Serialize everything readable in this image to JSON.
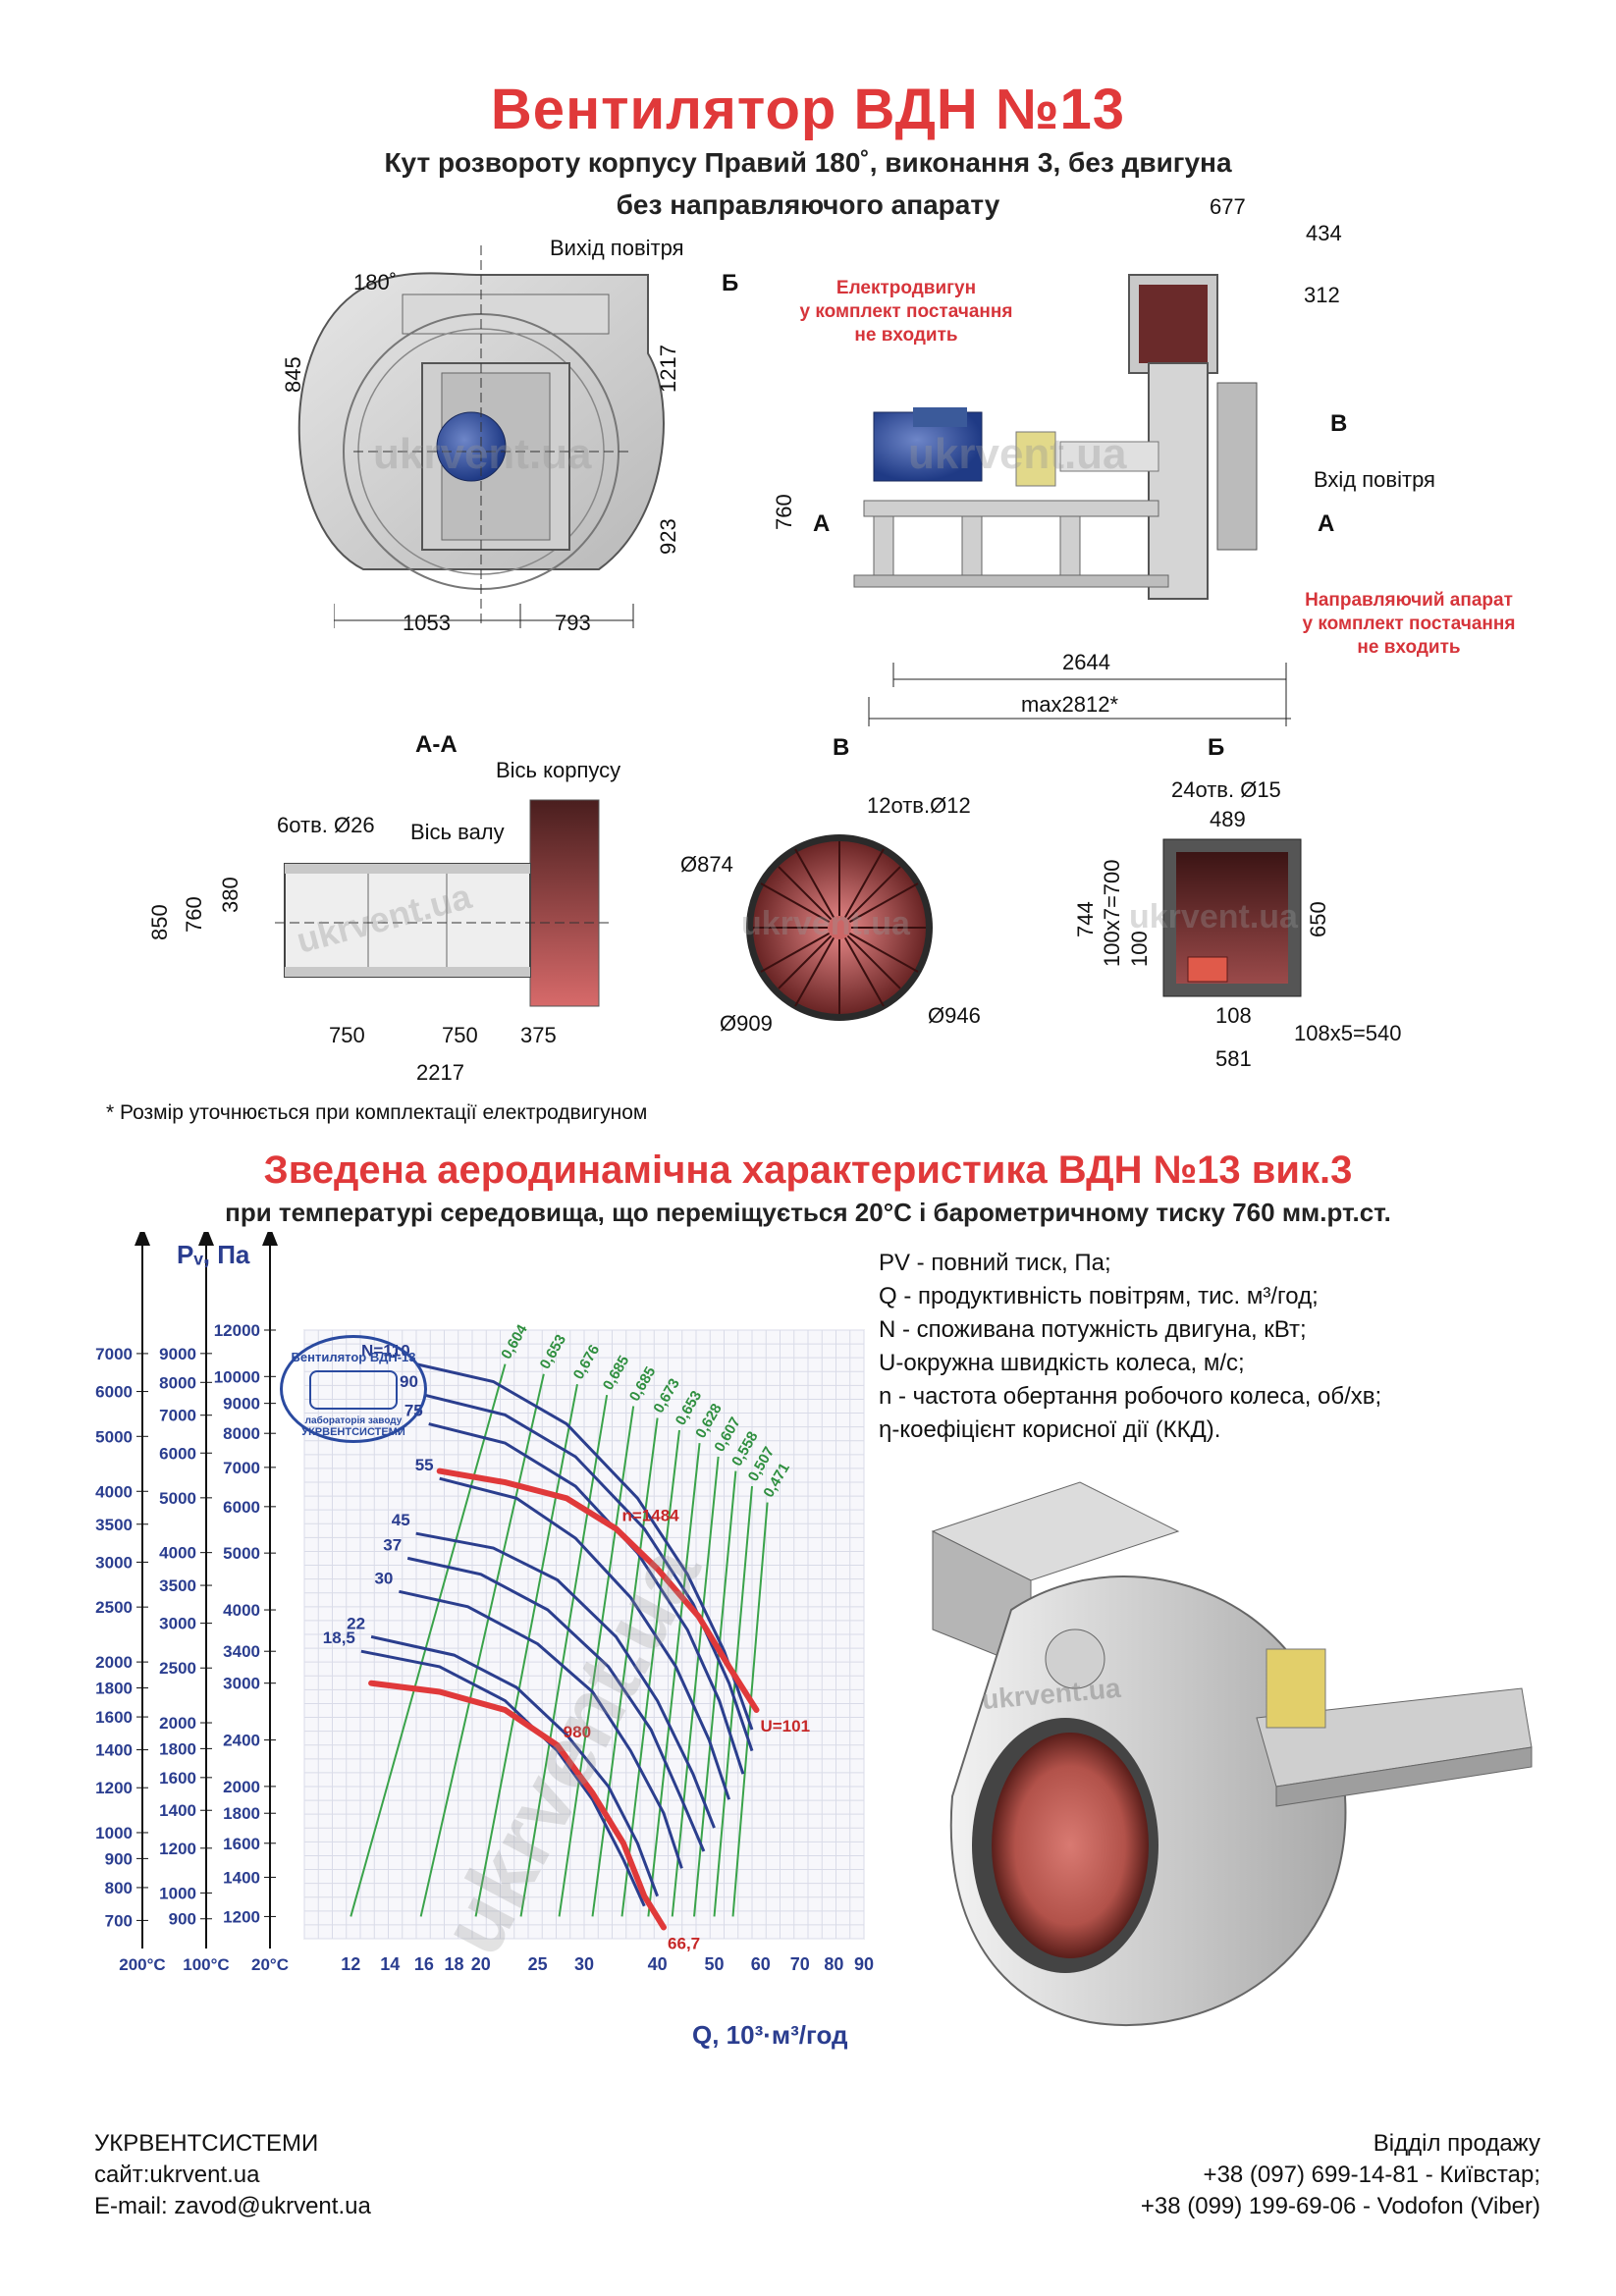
{
  "header": {
    "title": "Вентилятор  ВДН №13",
    "subtitle1": "Кут розвороту корпусу Правий 180˚, виконання 3, без двигуна",
    "subtitle2": "без направляючого апарату"
  },
  "front_view": {
    "air_out": "Вихід повітря",
    "angle": "180˚",
    "section_b": "Б",
    "h845": "845",
    "h1217": "1217",
    "h923": "923",
    "w1053": "1053",
    "w793": "793"
  },
  "side_view": {
    "motor_note": [
      "Електродвигун",
      "у комплект постачання",
      "не входить"
    ],
    "guide_note": [
      "Направляючий апарат",
      "у комплект постачання",
      "не входить"
    ],
    "air_in": "Вхід повітря",
    "label_v": "В",
    "label_a": "А",
    "d677": "677",
    "d434": "434",
    "d312": "312",
    "d760": "760",
    "d2644": "2644",
    "dmax": "max2812*"
  },
  "section_aa": {
    "title": "А-А",
    "body_axis": "Вісь корпусу",
    "shaft_axis": "Вісь валу",
    "holes": "6отв. Ø26",
    "h850": "850",
    "h760": "760",
    "h380": "380",
    "w750a": "750",
    "w750b": "750",
    "w375": "375",
    "w2217": "2217"
  },
  "view_v": {
    "title": "В",
    "holes": "12отв.Ø12",
    "d874": "Ø874",
    "d909": "Ø909",
    "d946": "Ø946"
  },
  "view_b": {
    "title": "Б",
    "holes": "24отв. Ø15",
    "w489": "489",
    "h744": "744",
    "h100x7": "100x7=700",
    "h100": "100",
    "h650": "650",
    "w108": "108",
    "w108x5": "108x5=540",
    "w581": "581"
  },
  "watermark": "ukrvent.ua",
  "footnote": "* Розмір уточнюється при комплектації електродвигуном",
  "chart_section": {
    "title": "Зведена аеродинамічна характеристика ВДН №13 вик.3",
    "subtitle": "при температурі середовища, що переміщується 20°С і барометричному тиску 760 мм.рт.ст."
  },
  "legend": [
    "PV - повний тиск, Па;",
    "Q - продуктивність повітрям, тис. м³/год;",
    "N - споживана потужність двигуна, кВт;",
    "U-окружна швидкість колеса, м/с;",
    "n - частота обертання робочого колеса, об/хв;",
    "η-коефіцієнт корисної дії (ККД)."
  ],
  "stamp": {
    "top": "Вентилятор ВДН-13",
    "mid": "лабораторія заводу",
    "bottom": "УКРВЕНТСИСТЕМИ"
  },
  "chart_data": {
    "type": "line",
    "x_scale": "log",
    "y_scale": "log",
    "xlabel": "Q, 10³·м³/год",
    "ylabel": "Pᵥ, Па",
    "x_ticks": [
      "12",
      "14",
      "16",
      "18",
      "20",
      "25",
      "30",
      "40",
      "50",
      "60",
      "70",
      "80",
      "90"
    ],
    "x_tick_values": [
      12,
      14,
      16,
      18,
      20,
      25,
      30,
      40,
      50,
      60,
      70,
      80,
      90
    ],
    "xlim": [
      10,
      90
    ],
    "ylim": [
      1100,
      12000
    ],
    "y_axis_20C": {
      "header": "20°С",
      "ticks": [
        "12000",
        "10000",
        "9000",
        "8000",
        "7000",
        "6000",
        "5000",
        "4000",
        "3400",
        "3000",
        "2400",
        "2000",
        "1800",
        "1600",
        "1400",
        "1200"
      ],
      "values": [
        12000,
        10000,
        9000,
        8000,
        7000,
        6000,
        5000,
        4000,
        3400,
        3000,
        2400,
        2000,
        1800,
        1600,
        1400,
        1200
      ]
    },
    "y_axis_100C": {
      "header": "100°С",
      "ticks": [
        "9000",
        "8000",
        "7000",
        "6000",
        "5000",
        "4000",
        "3500",
        "3000",
        "2500",
        "2000",
        "1800",
        "1600",
        "1400",
        "1200",
        "1000",
        "900"
      ],
      "values": [
        9000,
        8000,
        7000,
        6000,
        5000,
        4000,
        3500,
        3000,
        2500,
        2000,
        1800,
        1600,
        1400,
        1200,
        1000,
        900
      ]
    },
    "y_axis_200C": {
      "header": "200°С",
      "ticks": [
        "7000",
        "6000",
        "5000",
        "4000",
        "3500",
        "3000",
        "2500",
        "2000",
        "1800",
        "1600",
        "1400",
        "1200",
        "1000",
        "900",
        "800",
        "700"
      ],
      "values": [
        7000,
        6000,
        5000,
        4000,
        3500,
        3000,
        2500,
        2000,
        1800,
        1600,
        1400,
        1200,
        1000,
        900,
        800,
        700
      ]
    },
    "power_curves": [
      {
        "name": "N=110",
        "points": [
          [
            15.5,
            10500
          ],
          [
            21,
            9800
          ],
          [
            28,
            8300
          ],
          [
            37,
            6200
          ],
          [
            45,
            4600
          ],
          [
            52,
            3400
          ],
          [
            58,
            2500
          ]
        ]
      },
      {
        "name": "90",
        "points": [
          [
            16,
            9300
          ],
          [
            22,
            8600
          ],
          [
            29,
            7300
          ],
          [
            38,
            5500
          ],
          [
            46,
            4100
          ],
          [
            53,
            3000
          ],
          [
            58,
            2300
          ]
        ]
      },
      {
        "name": "75",
        "points": [
          [
            16.3,
            8300
          ],
          [
            22,
            7700
          ],
          [
            29,
            6500
          ],
          [
            37,
            5000
          ],
          [
            45,
            3700
          ],
          [
            51,
            2800
          ],
          [
            56,
            2100
          ]
        ]
      },
      {
        "name": "55",
        "points": [
          [
            17,
            6700
          ],
          [
            23,
            6200
          ],
          [
            29,
            5300
          ],
          [
            36,
            4200
          ],
          [
            43,
            3200
          ],
          [
            49,
            2400
          ],
          [
            53,
            1900
          ]
        ]
      },
      {
        "name": "45",
        "points": [
          [
            15.5,
            5400
          ],
          [
            21,
            5100
          ],
          [
            27,
            4500
          ],
          [
            34,
            3600
          ],
          [
            40,
            2800
          ],
          [
            46,
            2100
          ],
          [
            50,
            1700
          ]
        ]
      },
      {
        "name": "37",
        "points": [
          [
            15,
            4900
          ],
          [
            20,
            4600
          ],
          [
            26,
            4000
          ],
          [
            33,
            3200
          ],
          [
            39,
            2500
          ],
          [
            44,
            1900
          ],
          [
            48,
            1550
          ]
        ]
      },
      {
        "name": "30",
        "points": [
          [
            14.5,
            4300
          ],
          [
            19,
            4050
          ],
          [
            25,
            3500
          ],
          [
            31,
            2900
          ],
          [
            36,
            2300
          ],
          [
            41,
            1800
          ],
          [
            44,
            1450
          ]
        ]
      },
      {
        "name": "22",
        "points": [
          [
            13,
            3600
          ],
          [
            18,
            3350
          ],
          [
            23,
            2950
          ],
          [
            28,
            2450
          ],
          [
            33,
            2000
          ],
          [
            37,
            1600
          ],
          [
            40,
            1300
          ]
        ]
      },
      {
        "name": "18,5",
        "points": [
          [
            12.5,
            3400
          ],
          [
            17,
            3200
          ],
          [
            22,
            2800
          ],
          [
            27,
            2300
          ],
          [
            31,
            1900
          ],
          [
            35,
            1500
          ],
          [
            38,
            1250
          ]
        ]
      }
    ],
    "efficiency_lines": [
      "0,604",
      "0,653",
      "0,676",
      "0,685",
      "0,685",
      "0,673",
      "0,653",
      "0,628",
      "0,607",
      "0,558",
      "0,507",
      "0,471"
    ],
    "operating_curves": [
      {
        "name": "n=1484",
        "end_label": "U=101",
        "points": [
          [
            17,
            6900
          ],
          [
            22,
            6600
          ],
          [
            28,
            6200
          ],
          [
            34,
            5500
          ],
          [
            40,
            4700
          ],
          [
            47,
            3900
          ],
          [
            53,
            3200
          ],
          [
            59,
            2700
          ]
        ]
      },
      {
        "name": "980",
        "end_label": "66,7",
        "points": [
          [
            13,
            3000
          ],
          [
            17,
            2900
          ],
          [
            22,
            2700
          ],
          [
            27,
            2350
          ],
          [
            31,
            1950
          ],
          [
            35,
            1600
          ],
          [
            38,
            1300
          ],
          [
            41,
            1150
          ]
        ]
      }
    ]
  },
  "footer": {
    "company": "УКРВЕНТСИСТЕМИ",
    "site": "сайт:ukrvent.ua",
    "email": "E-mail: zavod@ukrvent.ua",
    "sales": "Відділ продажу",
    "phone1": "+38 (097) 699-14-81 - Київстар;",
    "phone2": "+38 (099) 199-69-06 - Vodofon (Viber)"
  }
}
